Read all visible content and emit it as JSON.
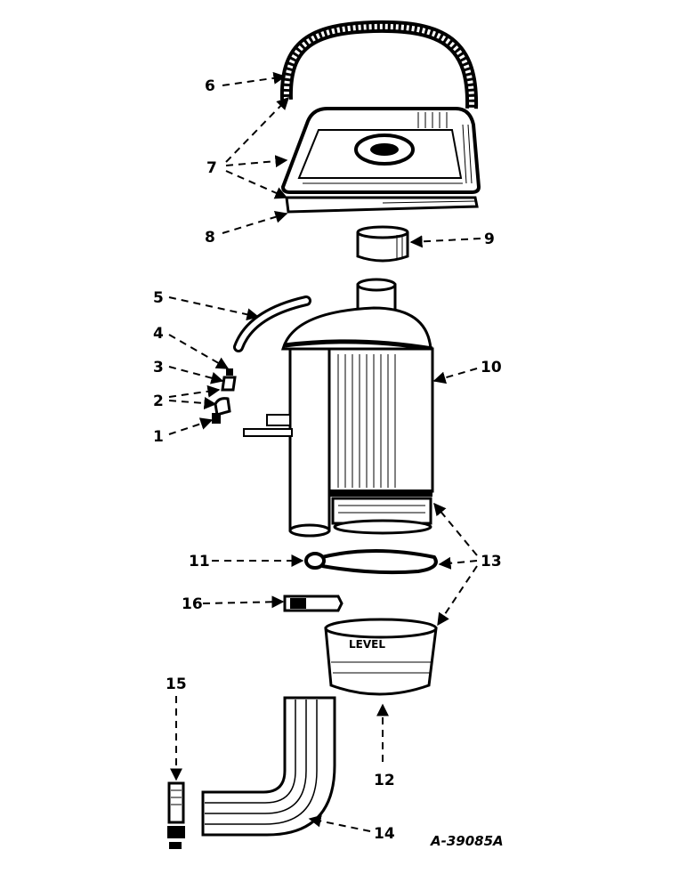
{
  "callouts": {
    "c1": "1",
    "c2": "2",
    "c3": "3",
    "c4": "4",
    "c5": "5",
    "c6": "6",
    "c7": "7",
    "c8": "8",
    "c9": "9",
    "c10": "10",
    "c11": "11",
    "c12": "12",
    "c13": "13",
    "c14": "14",
    "c15": "15",
    "c16": "16"
  },
  "cup_label": "LEVEL",
  "drawing_id": "A-39085A",
  "ink_color": "#000000",
  "paper_color": "#ffffff"
}
